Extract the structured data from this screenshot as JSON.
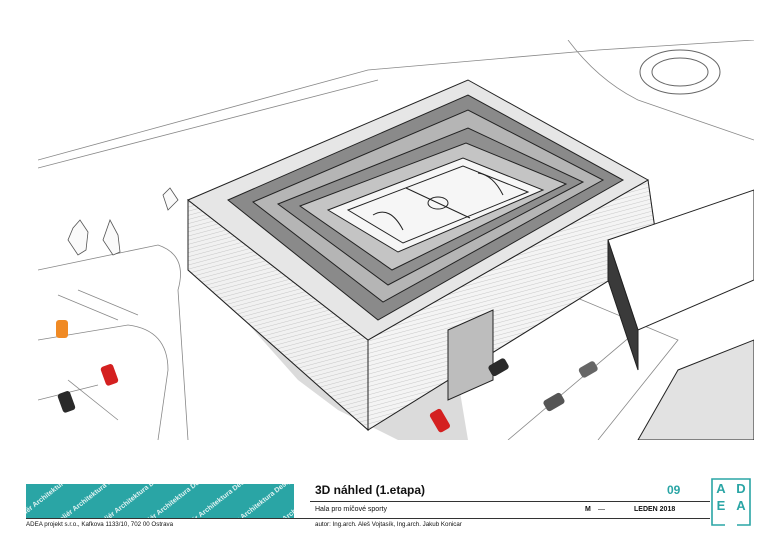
{
  "drawing": {
    "title": "3D náhled (1.etapa)",
    "sheet_number": "09",
    "project_name": "Hala pro míčové sporty",
    "scale_label": "M",
    "scale_value": "—",
    "date": "LEDEN  2018",
    "authors": "autor:  Ing.arch. Aleš Vojtasík, Ing.arch. Jakub Konicar",
    "company": "ADEA projekt s.r.o., Kafkova 1133/10, 702 00  Ostrava"
  },
  "pattern_text": "Ateliér Architektura Design Ekologie",
  "logo": {
    "letters": [
      "A",
      "D",
      "E",
      "A"
    ]
  },
  "colors": {
    "accent": "#2aa5a5",
    "car_red": "#d42020",
    "car_orange": "#f08a24",
    "car_dark": "#2a2a2a"
  }
}
